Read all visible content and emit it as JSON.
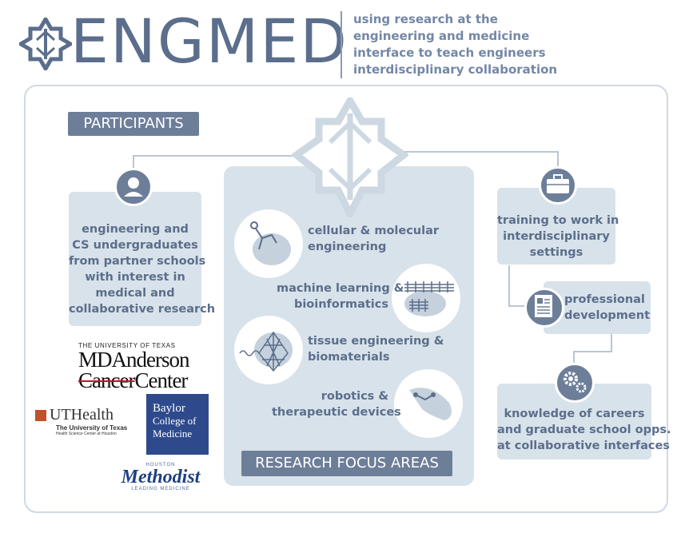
{
  "logo": {
    "word": "ENGMED"
  },
  "tagline": [
    "using research at the",
    "engineering and medicine",
    "interface to teach engineers",
    "interdisciplinary collaboration"
  ],
  "participants": {
    "label": "PARTICIPANTS",
    "lines": [
      "engineering and",
      "CS undergraduates",
      "from partner schools",
      "with interest in",
      "medical and",
      "collaborative research"
    ]
  },
  "research": {
    "label": "RESEARCH FOCUS AREAS",
    "areas": [
      {
        "lines": [
          "cellular & molecular",
          "engineering"
        ]
      },
      {
        "lines": [
          "machine learning &",
          "bioinformatics"
        ]
      },
      {
        "lines": [
          "tissue engineering &",
          "biomaterials"
        ]
      },
      {
        "lines": [
          "robotics &",
          "therapeutic devices"
        ]
      }
    ]
  },
  "outcomes": {
    "training": [
      "training to work in",
      "interdisciplinary",
      "settings"
    ],
    "professional": [
      "professional",
      "development"
    ],
    "knowledge": [
      "knowledge of careers",
      "and graduate school opps.",
      "at collaborative interfaces"
    ]
  },
  "partners": {
    "mdanderson": {
      "small": "THE UNIVERSITY OF TEXAS",
      "line1": "MDAnderson",
      "line2a": "Cancer",
      "line2b": "Center"
    },
    "uthealth": {
      "name": "UTHealth",
      "sub1": "The University of Texas",
      "sub2": "Health Science Center at Houston"
    },
    "baylor": {
      "lines": [
        "Baylor",
        "College of",
        "Medicine"
      ]
    },
    "methodist": {
      "top": "HOUSTON",
      "name": "Methodist",
      "bottom": "LEADING MEDICINE"
    }
  },
  "colors": {
    "primary": "#5b6e8c",
    "box": "#d8e2ea",
    "dark_label": "#6d7e99",
    "mda_red": "#c8102e",
    "uth_orange": "#c2502a",
    "baylor_blue": "#2e4a8c"
  }
}
